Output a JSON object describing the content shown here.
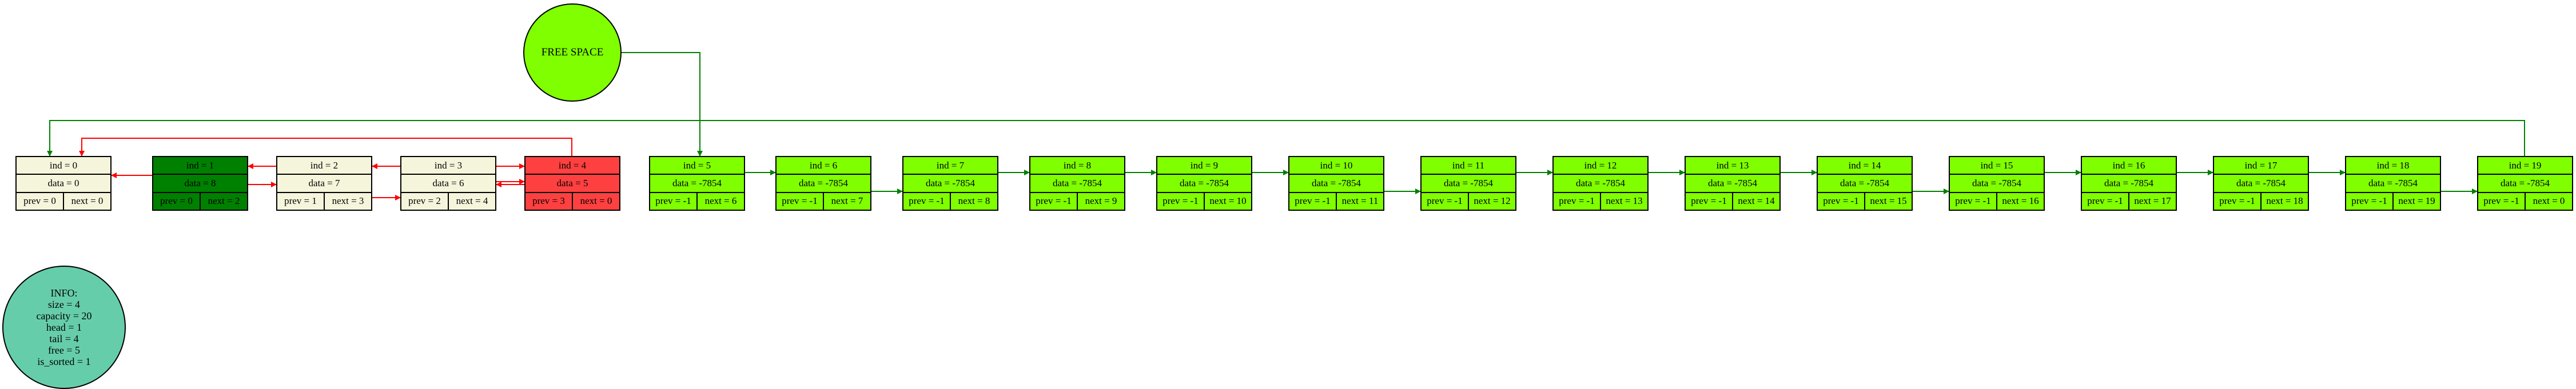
{
  "colors": {
    "used": "#f5f5dc",
    "head": "#008000",
    "tail": "#ff4040",
    "free": "#80ff00",
    "info": "#66cdaa",
    "used_edge": "#ff0000",
    "free_edge": "#008000"
  },
  "free_space": {
    "label": "FREE SPACE"
  },
  "info": {
    "lines": [
      "INFO:",
      "size = 4",
      "capacity = 20",
      "head = 1",
      "tail = 4",
      "free = 5",
      "is_sorted = 1"
    ]
  },
  "nodes": [
    {
      "ind": "ind = 0",
      "data": "data = 0",
      "prev": "prev = 0",
      "next": "next = 0",
      "kind": "used"
    },
    {
      "ind": "ind = 1",
      "data": "data = 8",
      "prev": "prev = 0",
      "next": "next = 2",
      "kind": "head"
    },
    {
      "ind": "ind = 2",
      "data": "data = 7",
      "prev": "prev = 1",
      "next": "next = 3",
      "kind": "used"
    },
    {
      "ind": "ind = 3",
      "data": "data = 6",
      "prev": "prev = 2",
      "next": "next = 4",
      "kind": "used"
    },
    {
      "ind": "ind = 4",
      "data": "data = 5",
      "prev": "prev = 3",
      "next": "next = 0",
      "kind": "tail"
    },
    {
      "ind": "ind = 5",
      "data": "data = -7854",
      "prev": "prev = -1",
      "next": "next = 6",
      "kind": "free"
    },
    {
      "ind": "ind = 6",
      "data": "data = -7854",
      "prev": "prev = -1",
      "next": "next = 7",
      "kind": "free"
    },
    {
      "ind": "ind = 7",
      "data": "data = -7854",
      "prev": "prev = -1",
      "next": "next = 8",
      "kind": "free"
    },
    {
      "ind": "ind = 8",
      "data": "data = -7854",
      "prev": "prev = -1",
      "next": "next = 9",
      "kind": "free"
    },
    {
      "ind": "ind = 9",
      "data": "data = -7854",
      "prev": "prev = -1",
      "next": "next = 10",
      "kind": "free"
    },
    {
      "ind": "ind = 10",
      "data": "data = -7854",
      "prev": "prev = -1",
      "next": "next = 11",
      "kind": "free"
    },
    {
      "ind": "ind = 11",
      "data": "data = -7854",
      "prev": "prev = -1",
      "next": "next = 12",
      "kind": "free"
    },
    {
      "ind": "ind = 12",
      "data": "data = -7854",
      "prev": "prev = -1",
      "next": "next = 13",
      "kind": "free"
    },
    {
      "ind": "ind = 13",
      "data": "data = -7854",
      "prev": "prev = -1",
      "next": "next = 14",
      "kind": "free"
    },
    {
      "ind": "ind = 14",
      "data": "data = -7854",
      "prev": "prev = -1",
      "next": "next = 15",
      "kind": "free"
    },
    {
      "ind": "ind = 15",
      "data": "data = -7854",
      "prev": "prev = -1",
      "next": "next = 16",
      "kind": "free"
    },
    {
      "ind": "ind = 16",
      "data": "data = -7854",
      "prev": "prev = -1",
      "next": "next = 17",
      "kind": "free"
    },
    {
      "ind": "ind = 17",
      "data": "data = -7854",
      "prev": "prev = -1",
      "next": "next = 18",
      "kind": "free"
    },
    {
      "ind": "ind = 18",
      "data": "data = -7854",
      "prev": "prev = -1",
      "next": "next = 19",
      "kind": "free"
    },
    {
      "ind": "ind = 19",
      "data": "data = -7854",
      "prev": "prev = -1",
      "next": "next = 0",
      "kind": "free"
    }
  ]
}
